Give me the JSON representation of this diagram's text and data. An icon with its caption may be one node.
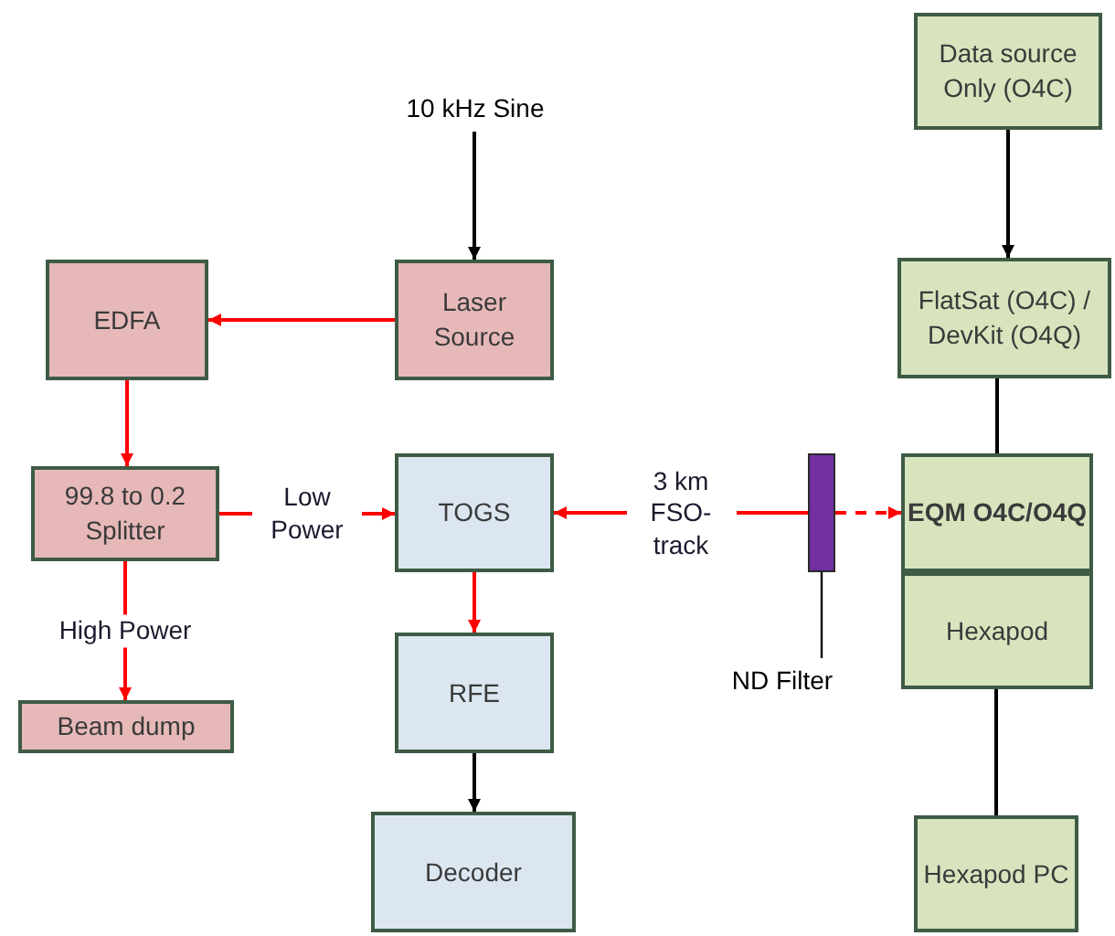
{
  "diagram": {
    "nodes": [
      {
        "text": [
          "10 kHz Sine"
        ]
      },
      {
        "text": [
          "Laser Source"
        ]
      },
      {
        "text": [
          "EDFA"
        ]
      },
      {
        "text": [
          "99.8 to 0.2 Splitter"
        ]
      },
      {
        "text": [
          "Beam dump"
        ]
      },
      {
        "text": [
          "TOGS"
        ]
      },
      {
        "text": [
          "RFE"
        ]
      },
      {
        "text": [
          "Decoder"
        ]
      },
      {
        "text": [
          "Data source Only (O4C)"
        ]
      },
      {
        "text": [
          "FlatSat (O4C) / DevKit (O4Q)"
        ]
      },
      {
        "text": [
          "EQM O4C/O4Q"
        ]
      },
      {
        "text": [
          "Hexapod"
        ]
      },
      {
        "text": [
          "Hexapod PC"
        ]
      },
      {
        "text": [],
        "shape": "bar"
      },
      {
        "text": [
          "ND Filter"
        ]
      }
    ],
    "edges": [
      {
        "from": 0,
        "to": 1,
        "arrow": "to",
        "color": "#000000"
      },
      {
        "from": 1,
        "to": 2,
        "arrow": "to"
      },
      {
        "from": 2,
        "to": 3,
        "arrow": "to"
      },
      {
        "from": 3,
        "to": 5,
        "arrow": "to",
        "label": "Low Power"
      },
      {
        "from": 3,
        "to": 4,
        "arrow": "to",
        "label": "High Power"
      },
      {
        "from": 5,
        "to": 6,
        "arrow": "to"
      },
      {
        "from": 6,
        "to": 7,
        "arrow": "to",
        "color": "#000000"
      },
      {
        "from": 13,
        "to": 5,
        "arrow": "to",
        "label": "3 km FSO-track"
      },
      {
        "from": 13,
        "to": 10,
        "arrow": "to",
        "style": "dashed"
      },
      {
        "from": 8,
        "to": 9,
        "arrow": "to",
        "color": "#000000"
      },
      {
        "from": 9,
        "to": 10,
        "arrow": "none",
        "color": "#000000"
      },
      {
        "from": 11,
        "to": 12,
        "arrow": "none",
        "color": "#000000"
      },
      {
        "from": 14,
        "to": 13,
        "arrow": "none",
        "color": "#000000"
      }
    ]
  }
}
